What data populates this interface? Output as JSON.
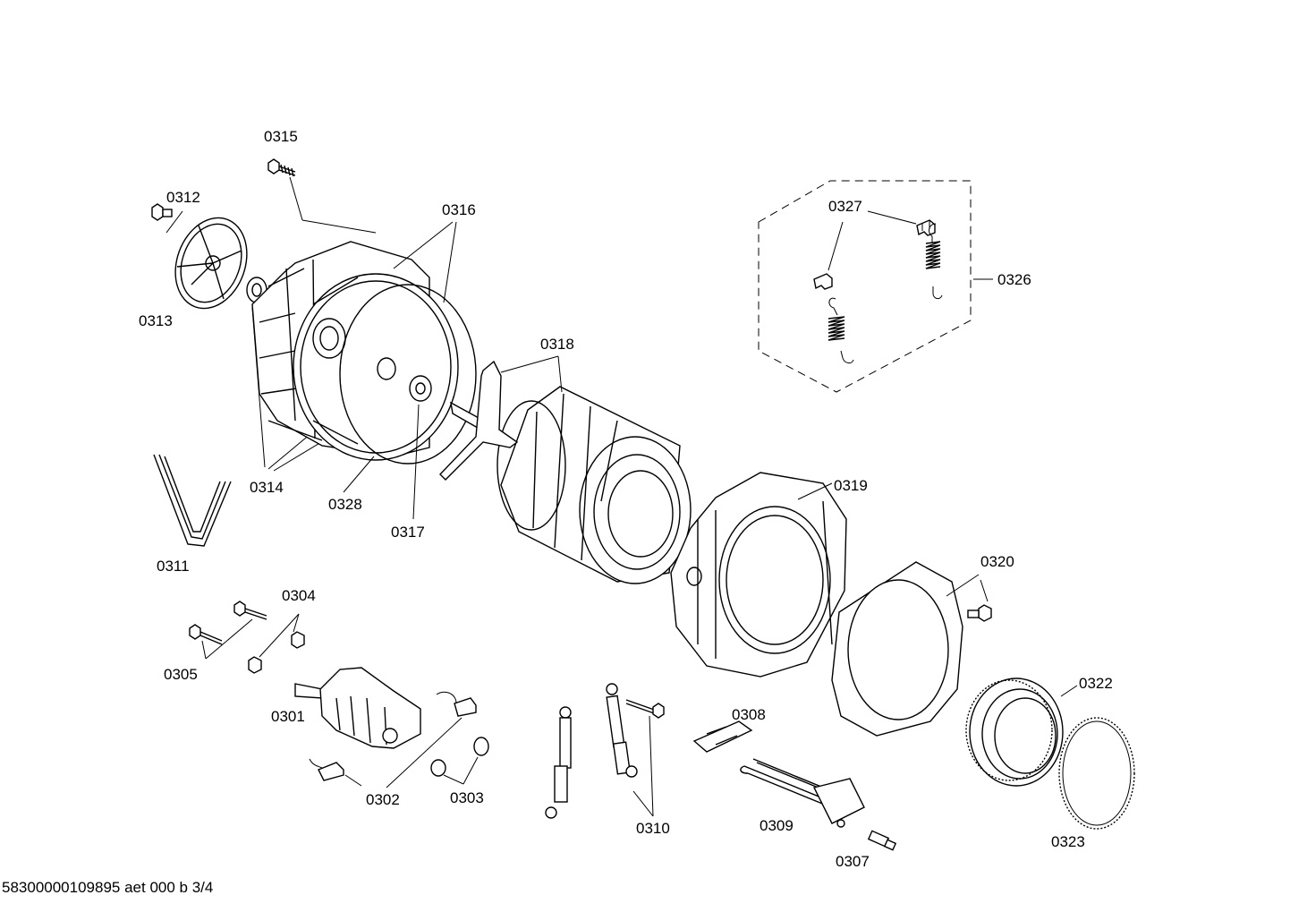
{
  "footer": "58300000109895 aet 000 b 3/4",
  "labels": [
    {
      "id": "0315",
      "text": "0315"
    },
    {
      "id": "0312",
      "text": "0312"
    },
    {
      "id": "0316",
      "text": "0316"
    },
    {
      "id": "0327",
      "text": "0327"
    },
    {
      "id": "0326",
      "text": "0326"
    },
    {
      "id": "0313",
      "text": "0313"
    },
    {
      "id": "0318",
      "text": "0318"
    },
    {
      "id": "0319",
      "text": "0319"
    },
    {
      "id": "0314",
      "text": "0314"
    },
    {
      "id": "0328",
      "text": "0328"
    },
    {
      "id": "0317",
      "text": "0317"
    },
    {
      "id": "0311",
      "text": "0311"
    },
    {
      "id": "0320",
      "text": "0320"
    },
    {
      "id": "0304",
      "text": "0304"
    },
    {
      "id": "0305",
      "text": "0305"
    },
    {
      "id": "0322",
      "text": "0322"
    },
    {
      "id": "0301",
      "text": "0301"
    },
    {
      "id": "0308",
      "text": "0308"
    },
    {
      "id": "0302",
      "text": "0302"
    },
    {
      "id": "0303",
      "text": "0303"
    },
    {
      "id": "0310",
      "text": "0310"
    },
    {
      "id": "0309",
      "text": "0309"
    },
    {
      "id": "0323",
      "text": "0323"
    },
    {
      "id": "0307",
      "text": "0307"
    }
  ]
}
